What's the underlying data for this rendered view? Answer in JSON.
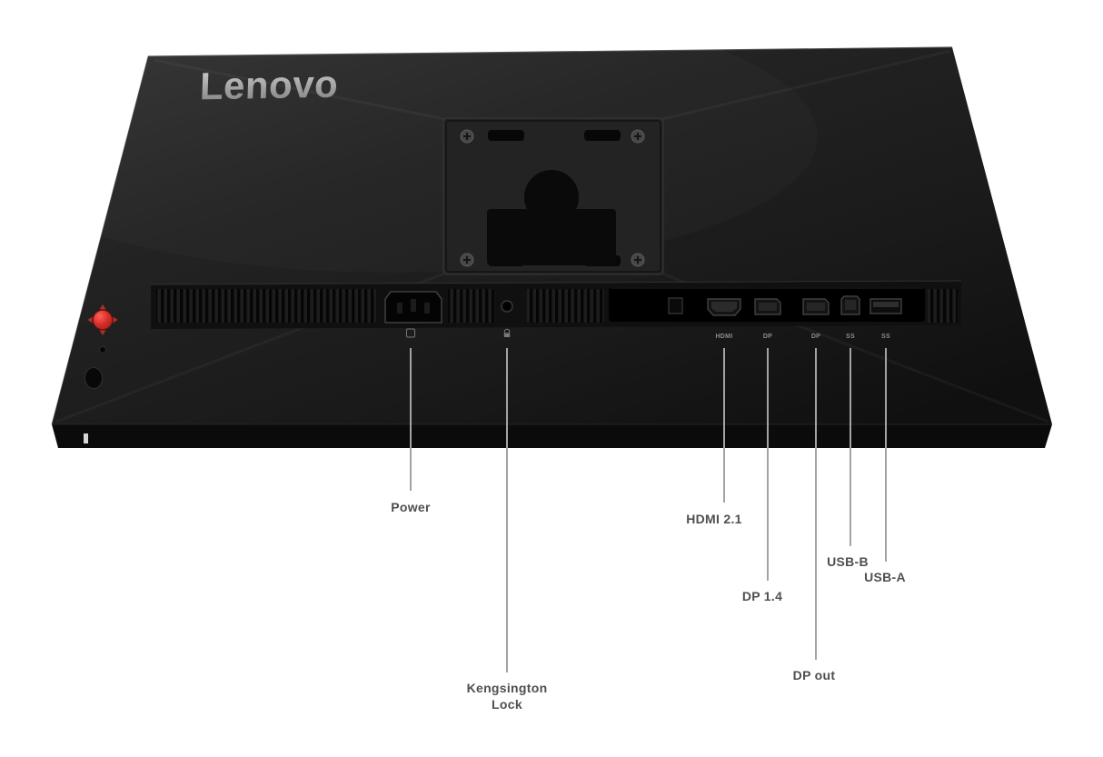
{
  "brand": {
    "logo_text": "Lenovo"
  },
  "callouts": {
    "power": "Power",
    "kensington_line1": "Kengsington",
    "kensington_line2": "Lock",
    "hdmi": "HDMI 2.1",
    "dp": "DP 1.4",
    "dp_out": "DP out",
    "usb_b": "USB-B",
    "usb_a": "USB-A"
  },
  "port_glyphs": {
    "hdmi": "HDMI",
    "dp": "DP",
    "dp_out": "DP",
    "usb_b": "SS",
    "usb_a": "SS"
  },
  "icons": {
    "joystick": "red-joystick-button",
    "power_port": "power-inlet-icon",
    "kensington": "lock-icon",
    "vesa_mount": "vesa-mount-plate"
  },
  "colors": {
    "joystick_red": "#d8322e",
    "panel_dark": "#1e1e1e",
    "label_text": "#4f4f4f",
    "callout_line": "#a3a3a3",
    "logo_silver": "#a8a8a8"
  }
}
